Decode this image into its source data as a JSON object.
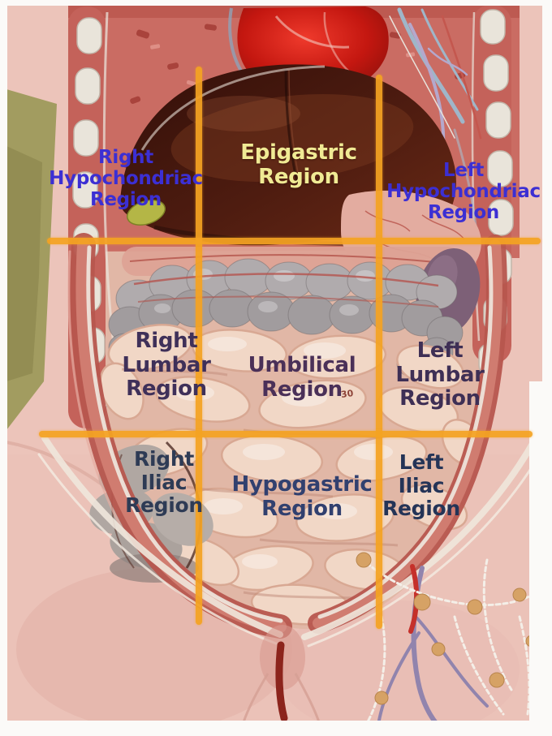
{
  "colors": {
    "grid_line": "#F5A322",
    "label_right_hypochondriac": "#3C2FD3",
    "label_epigastric": "#F0EA94",
    "label_left_hypochondriac": "#3C2FD3",
    "label_right_lumbar": "#3F3059",
    "label_umbilical": "#4A3058",
    "label_left_lumbar": "#3E2F55",
    "label_right_iliac": "#2E3B55",
    "label_hypogastric": "#31406F",
    "label_left_iliac": "#243457",
    "model_mark": "#7C2A20"
  },
  "regions": {
    "right_hypochondriac": "Right\nHypochondriac\nRegion",
    "epigastric": "Epigastric\nRegion",
    "left_hypochondriac": "Left\nHypochondriac\nRegion",
    "right_lumbar": "Right\nLumbar\nRegion",
    "umbilical": "Umbilical\nRegion",
    "left_lumbar": "Left\nLumbar\nRegion",
    "right_iliac": "Right\nIliac\nRegion",
    "hypogastric": "Hypogastric\nRegion",
    "left_iliac": "Left\nIliac\nRegion"
  },
  "marks": {
    "model_number": "30"
  }
}
